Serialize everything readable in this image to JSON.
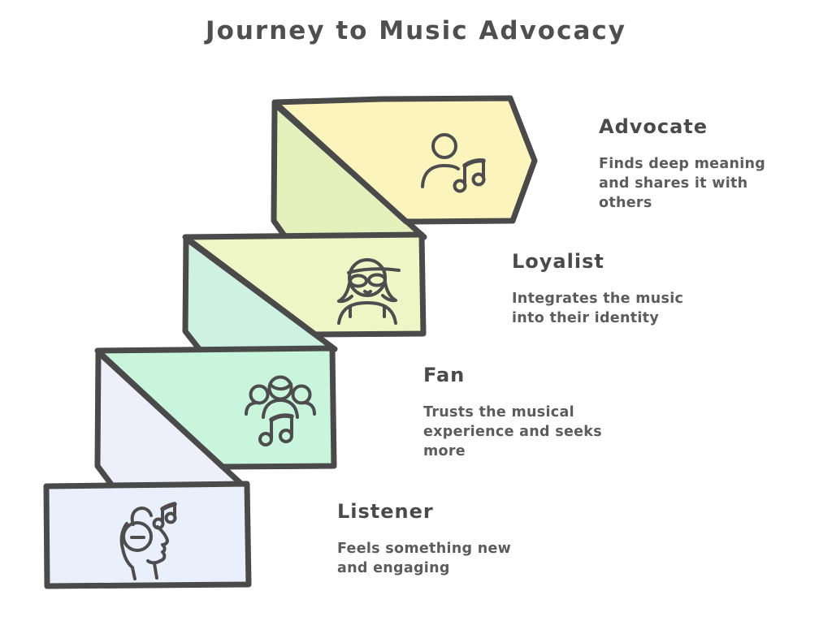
{
  "title": "Journey to Music Advocacy",
  "stages": [
    {
      "name": "Listener",
      "description": "Feels something new and engaging",
      "description_lines": [
        "Feels something new",
        "and engaging"
      ],
      "icon": "listener-headphones-icon",
      "band_color": "#eaeffc"
    },
    {
      "name": "Fan",
      "description": "Trusts the musical experience and seeks more",
      "description_lines": [
        "Trusts the musical",
        "experience and seeks",
        "more"
      ],
      "icon": "fan-group-icon",
      "band_color": "#c9f5dd",
      "fold_color": "#edeffb"
    },
    {
      "name": "Loyalist",
      "description": "Integrates the music into their identity",
      "description_lines": [
        "Integrates the music",
        "into their identity"
      ],
      "icon": "loyalist-person-icon",
      "band_color": "#eef6c5",
      "fold_color": "#cff1e3"
    },
    {
      "name": "Advocate",
      "description": "Finds deep meaning and shares it with others",
      "description_lines": [
        "Finds deep meaning",
        "and shares it with",
        "others"
      ],
      "icon": "advocate-person-icon",
      "band_color": "#fbf5bd",
      "fold_color": "#e4f1bd"
    }
  ],
  "colors": {
    "outline": "#4a4a4a",
    "icon_stroke": "#4d4d4d",
    "title_text": "#4f4f4f",
    "heading_text": "#4a4a4a",
    "body_text": "#5c5c5c",
    "background": "#ffffff"
  }
}
